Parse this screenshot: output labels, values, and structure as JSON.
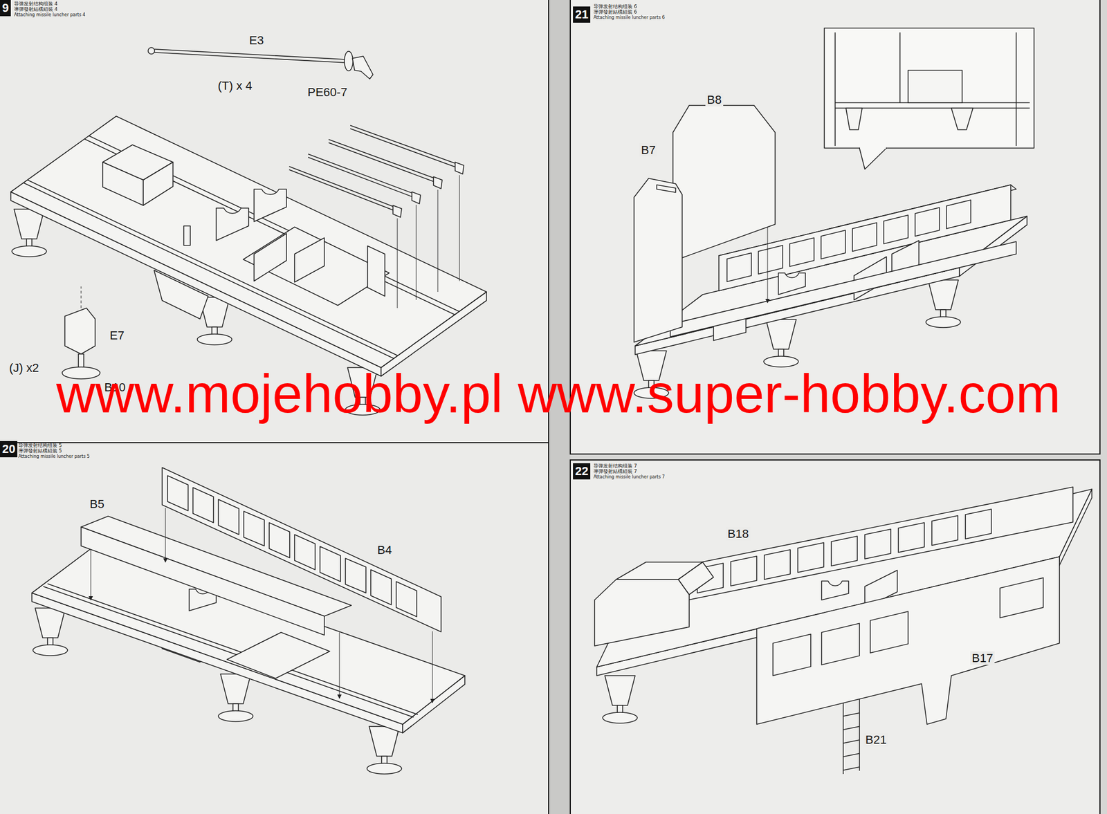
{
  "diagram": {
    "labels": [
      "9",
      "导弹发射结构组装 4",
      "導彈發射結構組裝 4",
      "Attaching missile luncher parts 4",
      "E3",
      "(T) x 4",
      "PE60-7",
      "E7",
      "(J) x2",
      "B10",
      "21",
      "导弹发射结构组装 6",
      "導彈發射結構組裝 6",
      "Attaching missile luncher parts 6",
      "B8",
      "B7",
      "www.mojehobby.pl www.super-hobby.com",
      "20",
      "导弹发射结构组装 5",
      "導彈發射結構組裝 5",
      "Attaching missile luncher parts 5",
      "B5",
      "B4",
      "22",
      "导弹发射结构组装 7",
      "導彈發射結構組裝 7",
      "Attaching missile luncher parts 7",
      "B18",
      "B17",
      "B21"
    ]
  }
}
